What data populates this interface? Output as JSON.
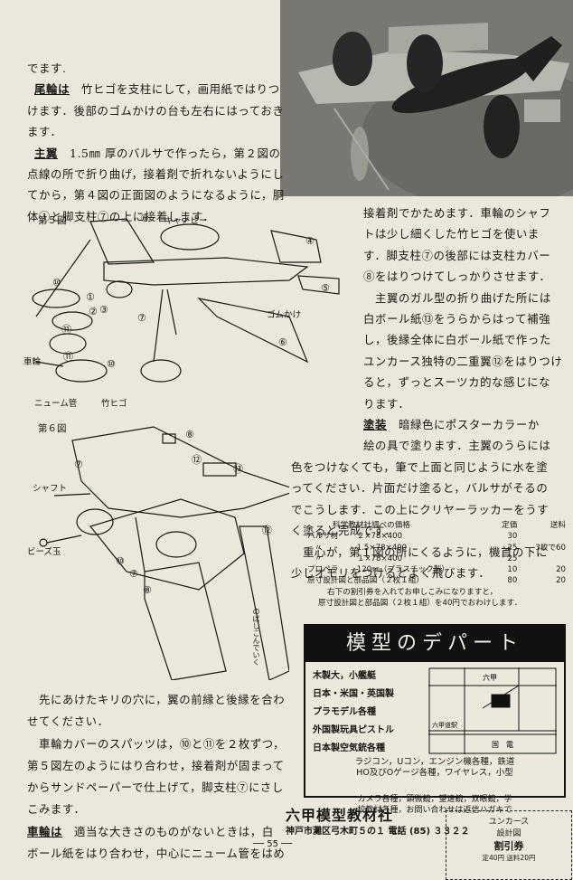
{
  "intro_paragraphs": [
    "でます.",
    "尾輪は　竹ヒゴを支柱にして，画用紙ではりつ",
    "けます．後部のゴムかけの台も左右にはっておき",
    "ます．",
    "主翼　1.5㎜ 厚のバルサで作ったら，第２図の",
    "点線の所で折り曲げ，接着剤で折れないようにし",
    "てから，第４図の正面図のようになるように，胴",
    "体①と脚支柱⑦の上に接着します．"
  ],
  "right_column": [
    "接着剤でかためます．車輪のシャフ",
    "トは少し細くした竹ヒゴを使いま",
    "す．脚支柱⑦の後部には支柱カバー",
    "⑧をはりつけてしっかりさせます．",
    "　主翼のガル型の折り曲げた所には",
    "白ボール紙⑬をうらからはって補強",
    "し，後縁全体に白ボール紙で作った",
    "ユンカース独特の二重翼⑫をはりつけ",
    "ると，ずっとスーツカ的な感じにな",
    "ります．",
    "塗装　暗緑色にポスターカラーか",
    "絵の具で塗ります．主翼のうらには",
    "色をつけなくても，筆で上面と同じように水を塗",
    "ってください．片面だけ塗ると，バルサがそるの",
    "でこうします．この上にクリヤーラッカーをうす",
    "く塗ると完成です．",
    "　重心が，第１図の所にくるように，機首の下に",
    "少しオモリをつけるとよく飛びます．"
  ],
  "bottom_left": [
    "　先にあけたキリの穴に，翼の前縁と後縁を合わ",
    "せてください．",
    "　車輪カバーのスパッツは，⑩と⑪を２枚ずつ，",
    "第５図左のようにはり合わせ，接着剤が固まって",
    "からサンドペーパーで仕上げて，脚支柱⑦にさし",
    "こみます．",
    "車輪は　適当な大きさのものがないときは，白",
    "ボール紙をはり合わせ，中心にニューム管をはめ"
  ],
  "fig5": {
    "label": "第５図",
    "canopy": "キャノピー",
    "rubber": "ゴムかけ",
    "wheel": "車輪",
    "tube": "ニューム管",
    "bamboo": "竹ヒゴ",
    "parts": [
      "⑥",
      "④",
      "⑤",
      "⑩",
      "①",
      "②",
      "③",
      "⑪",
      "⑦",
      "⑪",
      "⑩",
      "⑥"
    ]
  },
  "fig6": {
    "label": "第６図",
    "shaft": "シャフト",
    "bead": "ビーズ玉",
    "inner": "のばしこんでいく",
    "parts": [
      "⑧",
      "⑦",
      "⑫",
      "⑬",
      "⑩",
      "⑦",
      "⑧",
      "⑫"
    ]
  },
  "price": {
    "title": "科学教材社調べの価格",
    "col_price": "定価",
    "col_ship": "送料",
    "rows": [
      [
        "バルサ材",
        "２×78×400",
        "30",
        ""
      ],
      [
        "〃",
        "1.5×78×400",
        "25",
        "3枚で60"
      ],
      [
        "〃",
        "１×78×400",
        "25",
        ""
      ],
      [
        "プロペラ",
        "120㎜（プラスチック製）",
        "10",
        "20"
      ],
      [
        "原寸設計図と部品図（２枚１組）",
        "",
        "80",
        "20"
      ]
    ],
    "note1": "右下の割引券を入れてお申しこみになりますと，",
    "note2": "原寸設計図と部品図（２枚１組）を40円でおわけします．"
  },
  "ad": {
    "title": "模型のデパート",
    "items": [
      "木製大，小艦艇",
      "日本・米国・英国製",
      "プラモデル各種",
      "外国製玩具ピストル",
      "日本製空気銃各種"
    ],
    "desc": [
      "ラジコン，Uコン，エンジン機各種，鉄道",
      "HO及びOゲージ各種，ワイヤレス，小型",
      "カメラ各種，顕微鏡，望遠鏡，双眼鏡，学",
      "校教材各種，お問い合わせは返信ハガキで"
    ],
    "company": "六甲模型教材社",
    "address": "神戸市灘区弓木町５の１",
    "phone": "電話 (85) ３３２２",
    "map": {
      "north": "六甲",
      "station": "六甲道駅",
      "street": "国　電"
    }
  },
  "coupon": {
    "line1": "ユンカース",
    "line2": "設計図",
    "line3": "割引券",
    "line4": "定40円 送料20円"
  },
  "page_number": "── 55 ──",
  "colors": {
    "paper": "#ebe7dc",
    "ink": "#1a1814",
    "photo": "#76766f"
  }
}
